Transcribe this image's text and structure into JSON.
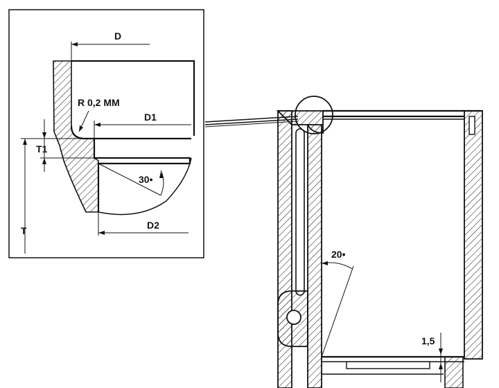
{
  "labels": {
    "detail_d": "D",
    "detail_radius": "R 0,2 MM",
    "detail_d1": "D1",
    "detail_t1": "T1",
    "detail_angle": "30•",
    "detail_t": "T",
    "detail_d2": "D2",
    "main_angle": "20•",
    "main_gap": "1,5"
  }
}
